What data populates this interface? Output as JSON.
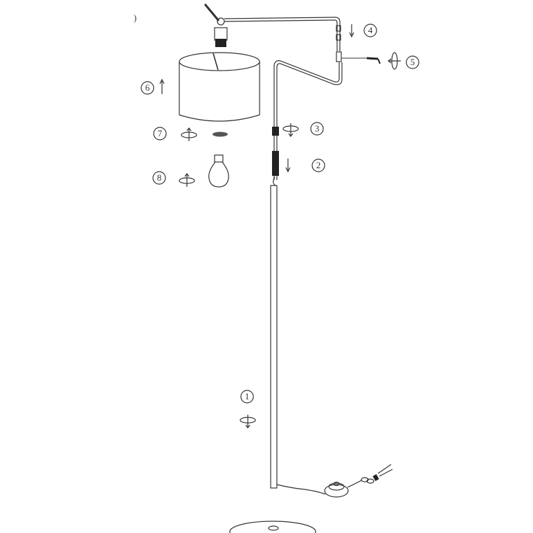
{
  "diagram": {
    "title": "Floor lamp assembly diagram",
    "corner_mark": ")",
    "colors": {
      "line": "#333333",
      "background": "#ffffff",
      "dark_part": "#222222"
    },
    "steps": [
      {
        "number": "1",
        "label": "①",
        "action": "rotate",
        "part": "pole onto base"
      },
      {
        "number": "2",
        "label": "②",
        "action": "down-arrow",
        "part": "upper pole into lower pole"
      },
      {
        "number": "3",
        "label": "③",
        "action": "rotate",
        "part": "pole joint"
      },
      {
        "number": "4",
        "label": "④",
        "action": "down-arrow",
        "part": "arm into connector"
      },
      {
        "number": "5",
        "label": "⑤",
        "action": "rotate",
        "part": "knob screw"
      },
      {
        "number": "6",
        "label": "⑥",
        "action": "up-arrow",
        "part": "lamp shade"
      },
      {
        "number": "7",
        "label": "⑦",
        "action": "rotate",
        "part": "shade ring"
      },
      {
        "number": "8",
        "label": "⑧",
        "action": "rotate",
        "part": "light bulb"
      }
    ],
    "parts": [
      "base",
      "pole",
      "upper pole",
      "swing arm",
      "socket",
      "shade",
      "ring",
      "bulb",
      "foot switch",
      "plug"
    ]
  }
}
